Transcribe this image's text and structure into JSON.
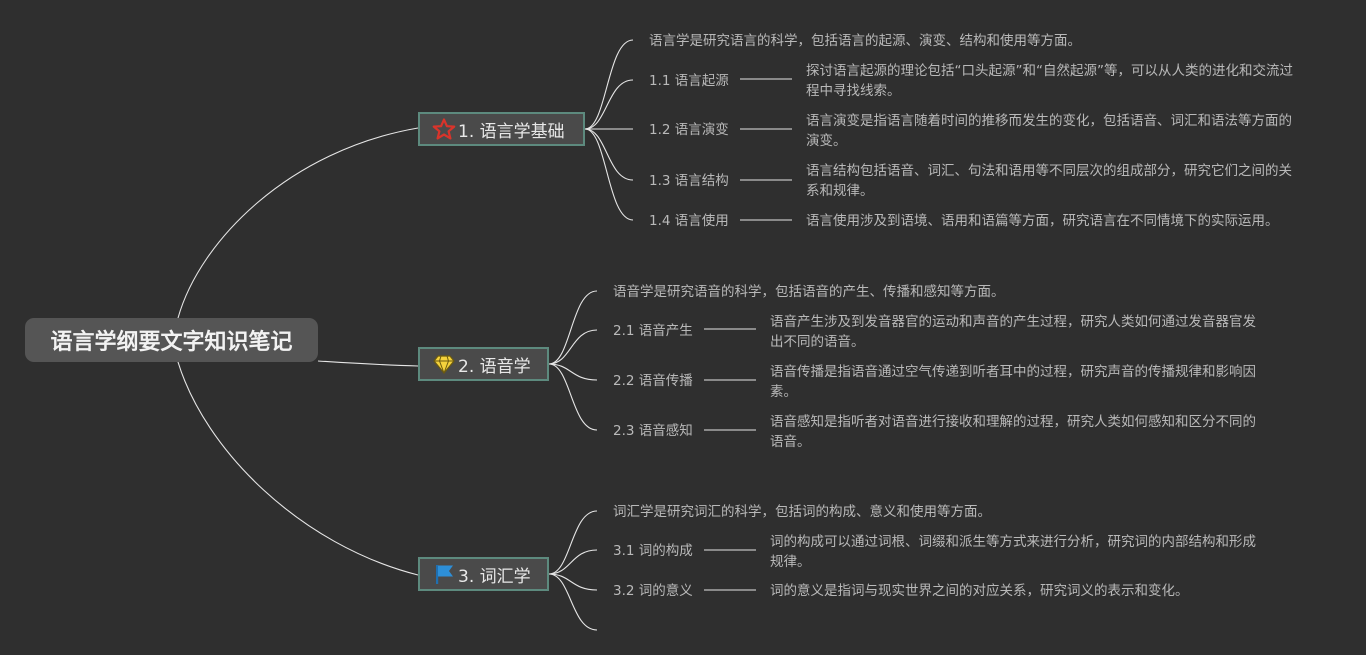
{
  "root": {
    "title": "语言学纲要文字知识笔记"
  },
  "branches": [
    {
      "title": "1. 语言学基础",
      "icon": "star-icon",
      "intro": "语言学是研究语言的科学，包括语言的起源、演变、结构和使用等方面。",
      "items": [
        {
          "label": "1.1 语言起源",
          "desc": "探讨语言起源的理论包括“口头起源”和“自然起源”等，可以从人类的进化和交流过程中寻找线索。"
        },
        {
          "label": "1.2 语言演变",
          "desc": "语言演变是指语言随着时间的推移而发生的变化，包括语音、词汇和语法等方面的演变。"
        },
        {
          "label": "1.3 语言结构",
          "desc": "语言结构包括语音、词汇、句法和语用等不同层次的组成部分，研究它们之间的关系和规律。"
        },
        {
          "label": "1.4 语言使用",
          "desc": "语言使用涉及到语境、语用和语篇等方面，研究语言在不同情境下的实际运用。"
        }
      ]
    },
    {
      "title": "2. 语音学",
      "icon": "diamond-icon",
      "intro": "语音学是研究语音的科学，包括语音的产生、传播和感知等方面。",
      "items": [
        {
          "label": "2.1 语音产生",
          "desc": "语音产生涉及到发音器官的运动和声音的产生过程，研究人类如何通过发音器官发出不同的语音。"
        },
        {
          "label": "2.2 语音传播",
          "desc": "语音传播是指语音通过空气传递到听者耳中的过程，研究声音的传播规律和影响因素。"
        },
        {
          "label": "2.3 语音感知",
          "desc": "语音感知是指听者对语音进行接收和理解的过程，研究人类如何感知和区分不同的语音。"
        }
      ]
    },
    {
      "title": "3. 词汇学",
      "icon": "flag-icon",
      "intro": "词汇学是研究词汇的科学，包括词的构成、意义和使用等方面。",
      "items": [
        {
          "label": "3.1 词的构成",
          "desc": "词的构成可以通过词根、词缀和派生等方式来进行分析，研究词的内部结构和形成规律。"
        },
        {
          "label": "3.2 词的意义",
          "desc": "词的意义是指词与现实世界之间的对应关系，研究词义的表示和变化。"
        }
      ]
    }
  ],
  "colors": {
    "background": "#2f2f2f",
    "root_fill": "#555555",
    "topic_fill": "#4a4a4a",
    "topic_border": "#5d8a7e",
    "line": "#e6e6e6",
    "text": "#b9b9b9",
    "star": "#d9342b",
    "diamond": "#f4d23c",
    "flag": "#2d8fd8"
  }
}
